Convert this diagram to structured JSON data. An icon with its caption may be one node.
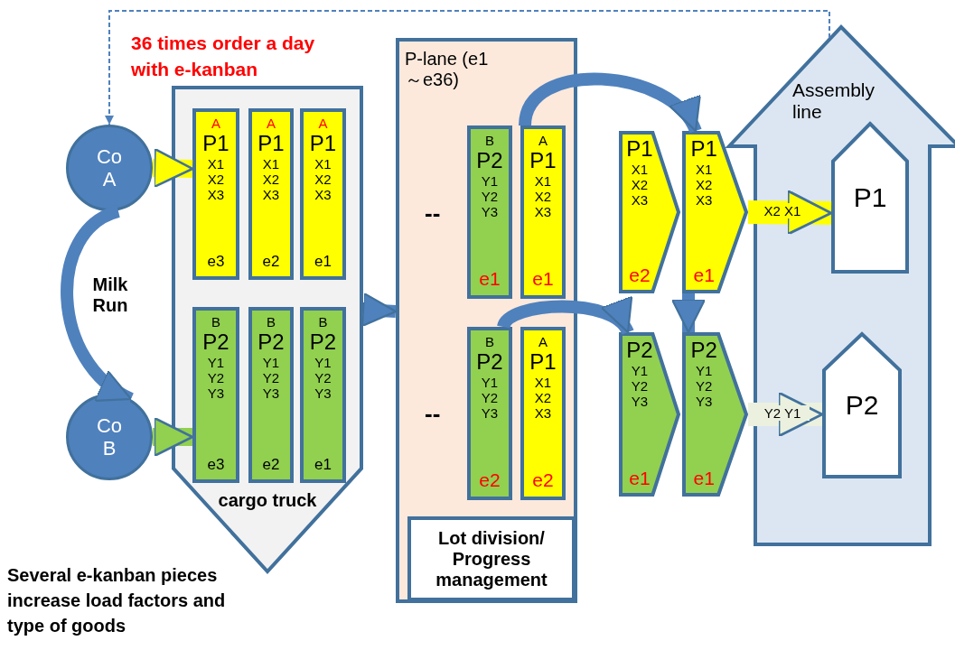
{
  "diagram": {
    "nodes": [
      {
        "text": [
          "Co A"
        ]
      },
      {
        "text": [
          "Co B"
        ]
      },
      {
        "text": [
          "cargo truck"
        ]
      },
      {
        "text": [
          "A",
          "P1",
          "X1",
          "X2",
          "X3",
          "e3"
        ],
        "in": 2
      },
      {
        "text": [
          "A",
          "P1",
          "X1",
          "X2",
          "X3",
          "e2"
        ],
        "in": 2
      },
      {
        "text": [
          "A",
          "P1",
          "X1",
          "X2",
          "X3",
          "e1"
        ],
        "in": 2
      },
      {
        "text": [
          "B",
          "P2",
          "Y1",
          "Y2",
          "Y3",
          "e3"
        ],
        "in": 2
      },
      {
        "text": [
          "B",
          "P2",
          "Y1",
          "Y2",
          "Y3",
          "e2"
        ],
        "in": 2
      },
      {
        "text": [
          "B",
          "P2",
          "Y1",
          "Y2",
          "Y3",
          "e1"
        ],
        "in": 2
      },
      {
        "text": [
          "P-lane (e1～e36)"
        ]
      },
      {
        "text": [
          "B",
          "P2",
          "Y1",
          "Y2",
          "Y3",
          "e1"
        ],
        "in": 9
      },
      {
        "text": [
          "A",
          "P1",
          "X1",
          "X2",
          "X3",
          "e1"
        ],
        "in": 9
      },
      {
        "text": [
          "B",
          "P2",
          "Y1",
          "Y2",
          "Y3",
          "e2"
        ],
        "in": 9
      },
      {
        "text": [
          "A",
          "P1",
          "X1",
          "X2",
          "X3",
          "e2"
        ],
        "in": 9
      },
      {
        "text": [
          "Lot division/ Progress management"
        ],
        "in": 9
      },
      {
        "text": [
          "Assembly line"
        ]
      },
      {
        "text": [
          "P1"
        ],
        "in": 15
      },
      {
        "text": [
          "P2"
        ],
        "in": 15
      },
      {
        "text": [
          "P1",
          "X1",
          "X2",
          "X3",
          "e2"
        ]
      },
      {
        "text": [
          "P1",
          "X1",
          "X2",
          "X3",
          "e1"
        ]
      },
      {
        "text": [
          "P2",
          "Y1",
          "Y2",
          "Y3",
          "e1"
        ]
      },
      {
        "text": [
          "P2",
          "Y1",
          "Y2",
          "Y3",
          "e1"
        ]
      }
    ],
    "edges": [
      {
        "from": 15,
        "to": 0,
        "arrow": "to",
        "style": "dashed"
      },
      {
        "from": 0,
        "to": 3,
        "arrow": "to",
        "color": "#ffff00"
      },
      {
        "from": 1,
        "to": 6,
        "arrow": "to",
        "color": "#92d050"
      },
      {
        "from": 0,
        "to": 1,
        "arrow": "to",
        "label": "Milk Run"
      },
      {
        "from": 2,
        "to": 9,
        "arrow": "to"
      },
      {
        "from": 11,
        "to": 19,
        "arrow": "to"
      },
      {
        "from": 12,
        "to": 20,
        "arrow": "to"
      },
      {
        "from": 19,
        "to": 21,
        "arrow": "to"
      },
      {
        "from": 19,
        "to": 16,
        "arrow": "to",
        "label": "X2 X1",
        "style": "thick",
        "color": "#ffff00"
      },
      {
        "from": 21,
        "to": 17,
        "arrow": "to",
        "label": "Y2 Y1",
        "style": "thick",
        "color": "#ebf1de"
      }
    ],
    "labels": [
      "36 times order a day with e-kanban",
      "--",
      "--",
      "Several e-kanban pieces increase load factors and type of goods"
    ]
  }
}
